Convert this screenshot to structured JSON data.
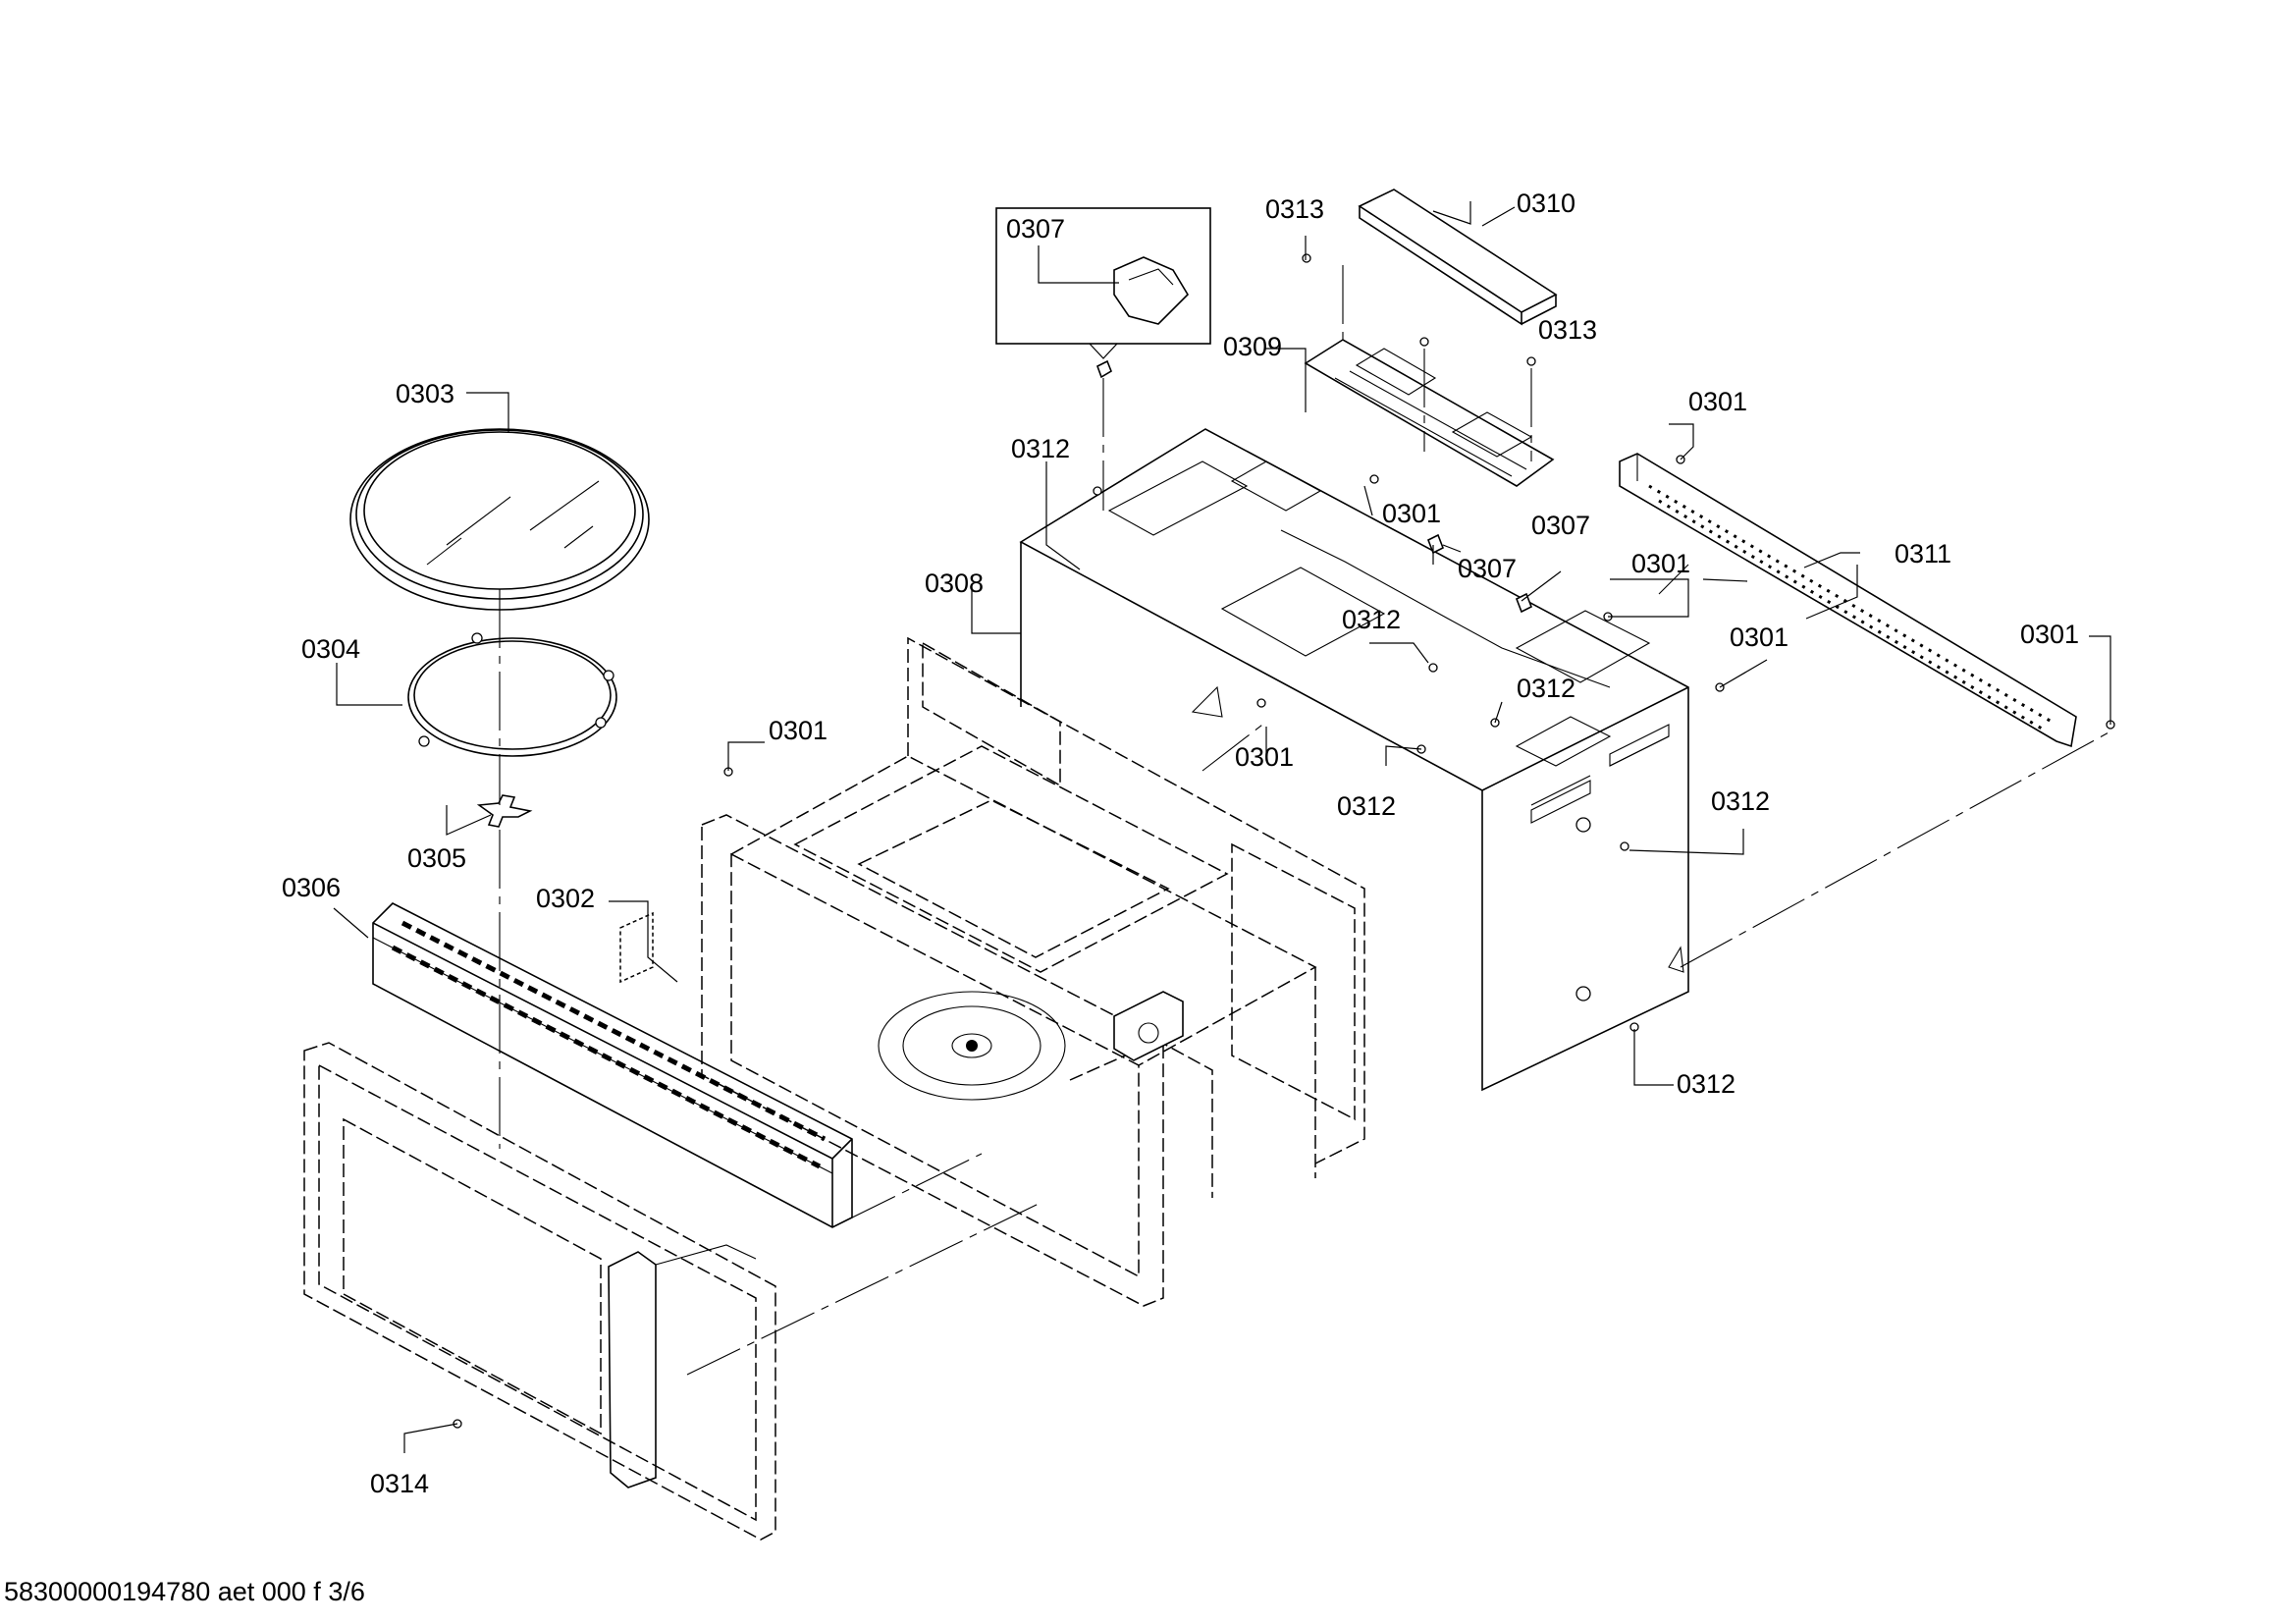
{
  "callouts": {
    "c0301_a": "0301",
    "c0301_b": "0301",
    "c0301_c": "0301",
    "c0301_d": "0301",
    "c0301_e": "0301",
    "c0301_f": "0301",
    "c0301_g": "0301",
    "c0302": "0302",
    "c0303": "0303",
    "c0304": "0304",
    "c0305": "0305",
    "c0306": "0306",
    "c0307_a": "0307",
    "c0307_b": "0307",
    "c0307_c": "0307",
    "c0308": "0308",
    "c0309": "0309",
    "c0310": "0310",
    "c0311": "0311",
    "c0312_a": "0312",
    "c0312_b": "0312",
    "c0312_c": "0312",
    "c0312_d": "0312",
    "c0312_e": "0312",
    "c0312_f": "0312",
    "c0313_a": "0313",
    "c0313_b": "0313",
    "c0314": "0314"
  },
  "footer": {
    "document_id": "58300000194780 aet 000 f 3/6"
  }
}
